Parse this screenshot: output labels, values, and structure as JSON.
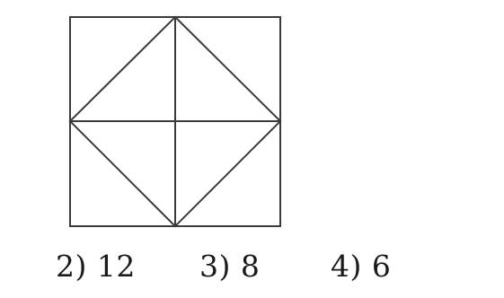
{
  "figure": {
    "description_shape": "square-with-diagonal-diamond",
    "stroke_color": "#3a3a3a"
  },
  "options": [
    {
      "label": "2) 12"
    },
    {
      "label": "3) 8"
    },
    {
      "label": "4) 6"
    }
  ]
}
